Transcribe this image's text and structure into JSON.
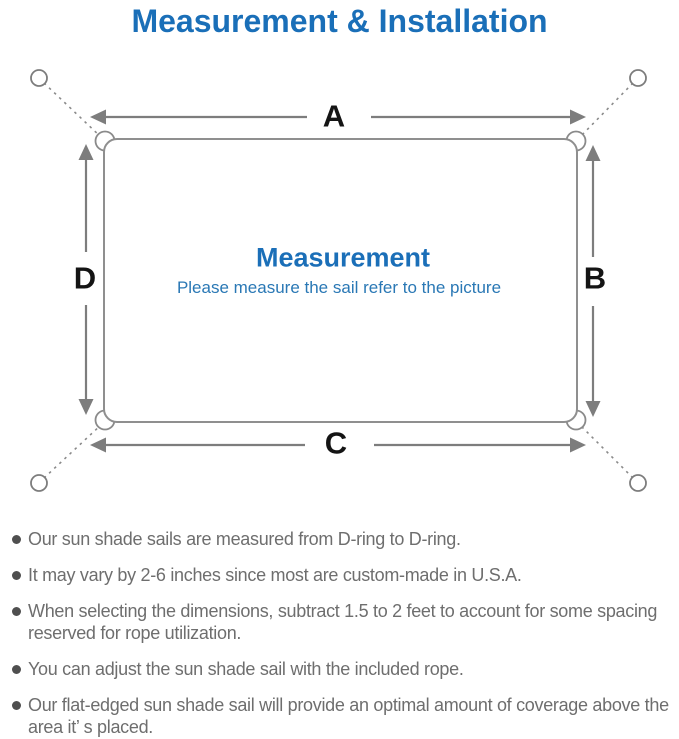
{
  "title": "Measurement & Installation",
  "diagram": {
    "heading": "Measurement",
    "subheading": "Please measure the sail refer to the picture",
    "labels": {
      "top": "A",
      "right": "B",
      "bottom": "C",
      "left": "D"
    },
    "colors": {
      "accent_blue": "#1a6fb8",
      "subtitle_blue": "#2a78b5",
      "arrow_gray": "#7d7d7d",
      "outline_gray": "#8f8f8f",
      "label_black": "#141414"
    }
  },
  "notes": {
    "items": [
      "Our sun shade sails are measured from D-ring to D-ring.",
      "It may vary by 2-6 inches since most are custom-made in U.S.A.",
      "When selecting the dimensions, subtract 1.5 to 2 feet to account for some spacing reserved for rope utilization.",
      "You can adjust the sun shade sail with the included rope.",
      "Our flat-edged sun shade sail will provide an optimal amount of coverage above the area it’ s placed."
    ]
  }
}
